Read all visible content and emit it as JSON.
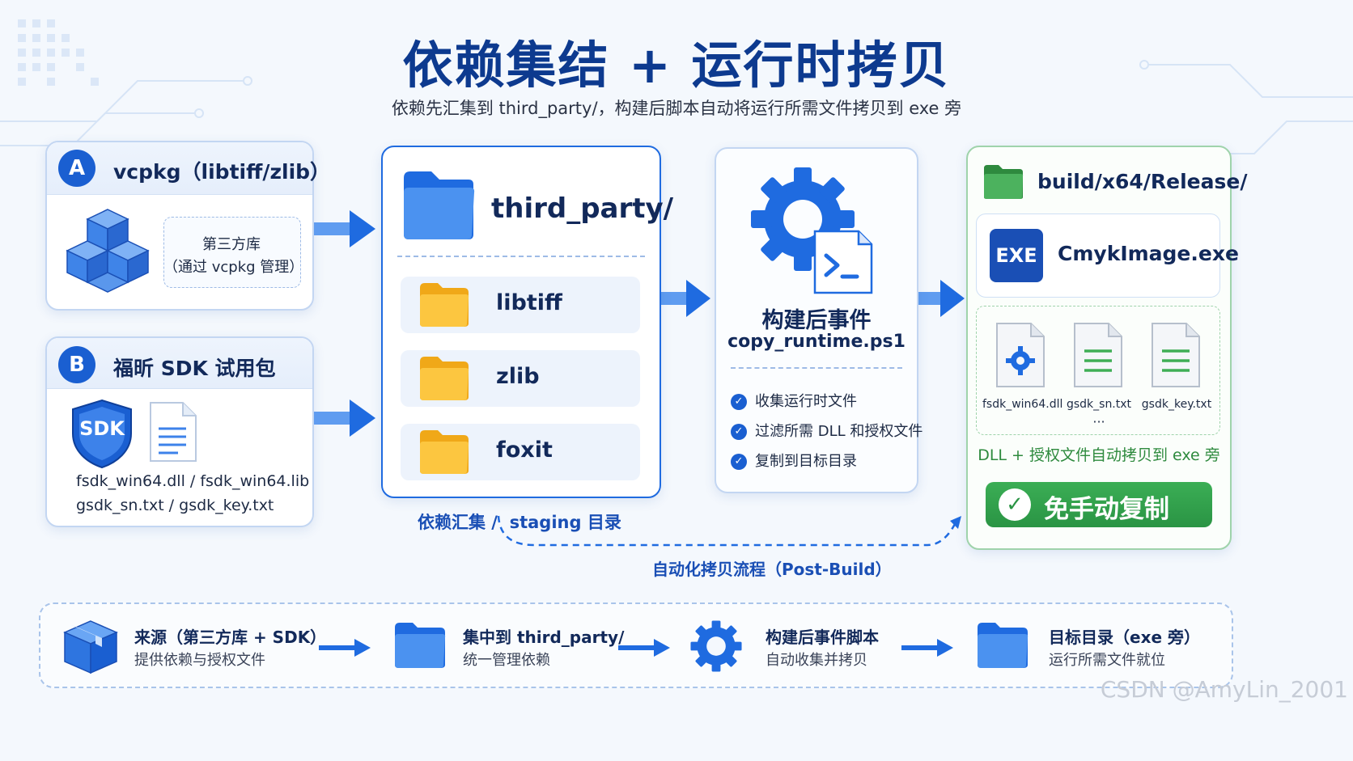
{
  "header": {
    "title": "依赖集结 + 运行时拷贝",
    "subtitle": "依赖先汇集到 third_party/，构建后脚本自动将运行所需文件拷贝到 exe 旁"
  },
  "source_a": {
    "badge": "A",
    "title": "vcpkg（libtiff/zlib）",
    "note_line1": "第三方库",
    "note_line2": "（通过 vcpkg 管理）"
  },
  "source_b": {
    "badge": "B",
    "title": "福昕 SDK 试用包",
    "shield_text": "SDK",
    "files_line1": "fsdk_win64.dll / fsdk_win64.lib",
    "files_line2": "gsdk_sn.txt / gsdk_key.txt"
  },
  "third_party": {
    "title": "third_party/",
    "folders": [
      "libtiff",
      "zlib",
      "foxit"
    ],
    "caption": "依赖汇集 /  staging 目录"
  },
  "post_build": {
    "title": "构建后事件",
    "script": "copy_runtime.ps1",
    "steps": [
      "收集运行时文件",
      "过滤所需 DLL 和授权文件",
      "复制到目标目录"
    ]
  },
  "release": {
    "title": "build/x64/Release/",
    "exe_badge": "EXE",
    "exe_name": "CmykImage.exe",
    "files": [
      "fsdk_win64.dll",
      "gsdk_sn.txt",
      "gsdk_key.txt"
    ],
    "ellipsis": "···",
    "caption": "DLL + 授权文件自动拷贝到 exe 旁",
    "button": "免手动复制"
  },
  "flow_caption": "自动化拷贝流程（Post-Build）",
  "bottom_steps": [
    {
      "title": "来源（第三方库 + SDK）",
      "sub": "提供依赖与授权文件"
    },
    {
      "title": "集中到 third_party/",
      "sub": "统一管理依赖"
    },
    {
      "title": "构建后事件脚本",
      "sub": "自动收集并拷贝"
    },
    {
      "title": "目标目录（exe 旁）",
      "sub": "运行所需文件就位"
    }
  ],
  "watermark": "CSDN @AmyLin_2001",
  "colors": {
    "primary": "#1a5fd1",
    "green": "#2e9e48",
    "title": "#0d3a8f"
  }
}
